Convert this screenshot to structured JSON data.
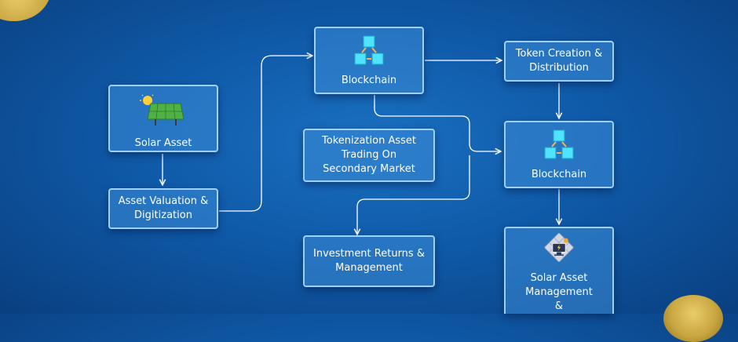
{
  "diagram": {
    "nodes": {
      "solar_asset": {
        "label": "Solar Asset",
        "icon": "solar-panel-icon"
      },
      "valuation": {
        "label": "Asset Valuation & Digitization"
      },
      "blockchain_top": {
        "label": "Blockchain",
        "icon": "blockchain-icon"
      },
      "token_creation": {
        "label": "Token Creation & Distribution"
      },
      "blockchain_right": {
        "label": "Blockchain",
        "icon": "blockchain-icon"
      },
      "trading": {
        "label": "Tokenization Asset Trading On Secondary Market"
      },
      "investment": {
        "label": "Investment Returns & Management"
      },
      "solar_management": {
        "label": "Solar Asset Management &",
        "icon": "solar-management-icon"
      }
    },
    "colors": {
      "background": "#0f5aa8",
      "node_fill": "#3c8cd7",
      "node_border": "#9fd0ff",
      "connector": "#ffffff",
      "blockchain_cube": "#4fe3ff",
      "coin": "#c9a640"
    }
  }
}
